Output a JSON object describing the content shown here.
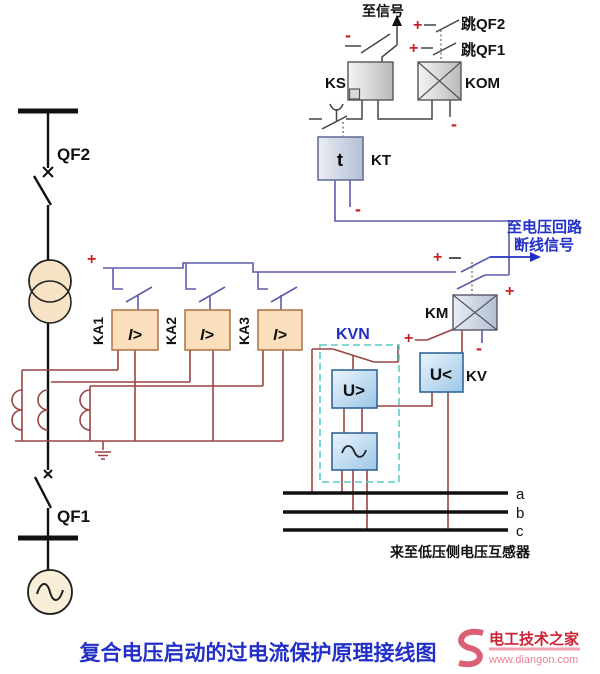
{
  "title": "复合电压启动的过电流保护原理接线图",
  "labels": {
    "qf2": "QF2",
    "qf1": "QF1",
    "ks": "KS",
    "kom": "KOM",
    "kt": "KT",
    "km": "KM",
    "kv": "KV",
    "kvn": "KVN",
    "ka1": "KA1",
    "ka2": "KA2",
    "ka3": "KA3",
    "i_gt": "I>",
    "u_gt": "U>",
    "u_lt": "U<",
    "t": "t",
    "plus": "+",
    "minus": "-",
    "phase_a": "a",
    "phase_b": "b",
    "phase_c": "c"
  },
  "texts": {
    "to_signal": "至信号",
    "trip_qf2": "跳QF2",
    "trip_qf1": "跳QF1",
    "voltage_loop_line1": "至电压回路",
    "voltage_loop_line2": "断线信号",
    "from_lv_side": "来至低压侧电压互感器"
  },
  "watermark": {
    "site": "电工技术之家",
    "url": "www.diangon.com"
  },
  "colors": {
    "dc_wire": "#5c5cac",
    "arrow_blue": "#2230c8",
    "ac_wire": "#9a4444",
    "plus_red": "#cc2222",
    "kvn_dash": "#5fc8c8",
    "relay_box_orange": "#fbdfbd",
    "relay_box_blue": "#cfe6f7",
    "relay_box_gray": "#e8e8e8"
  }
}
